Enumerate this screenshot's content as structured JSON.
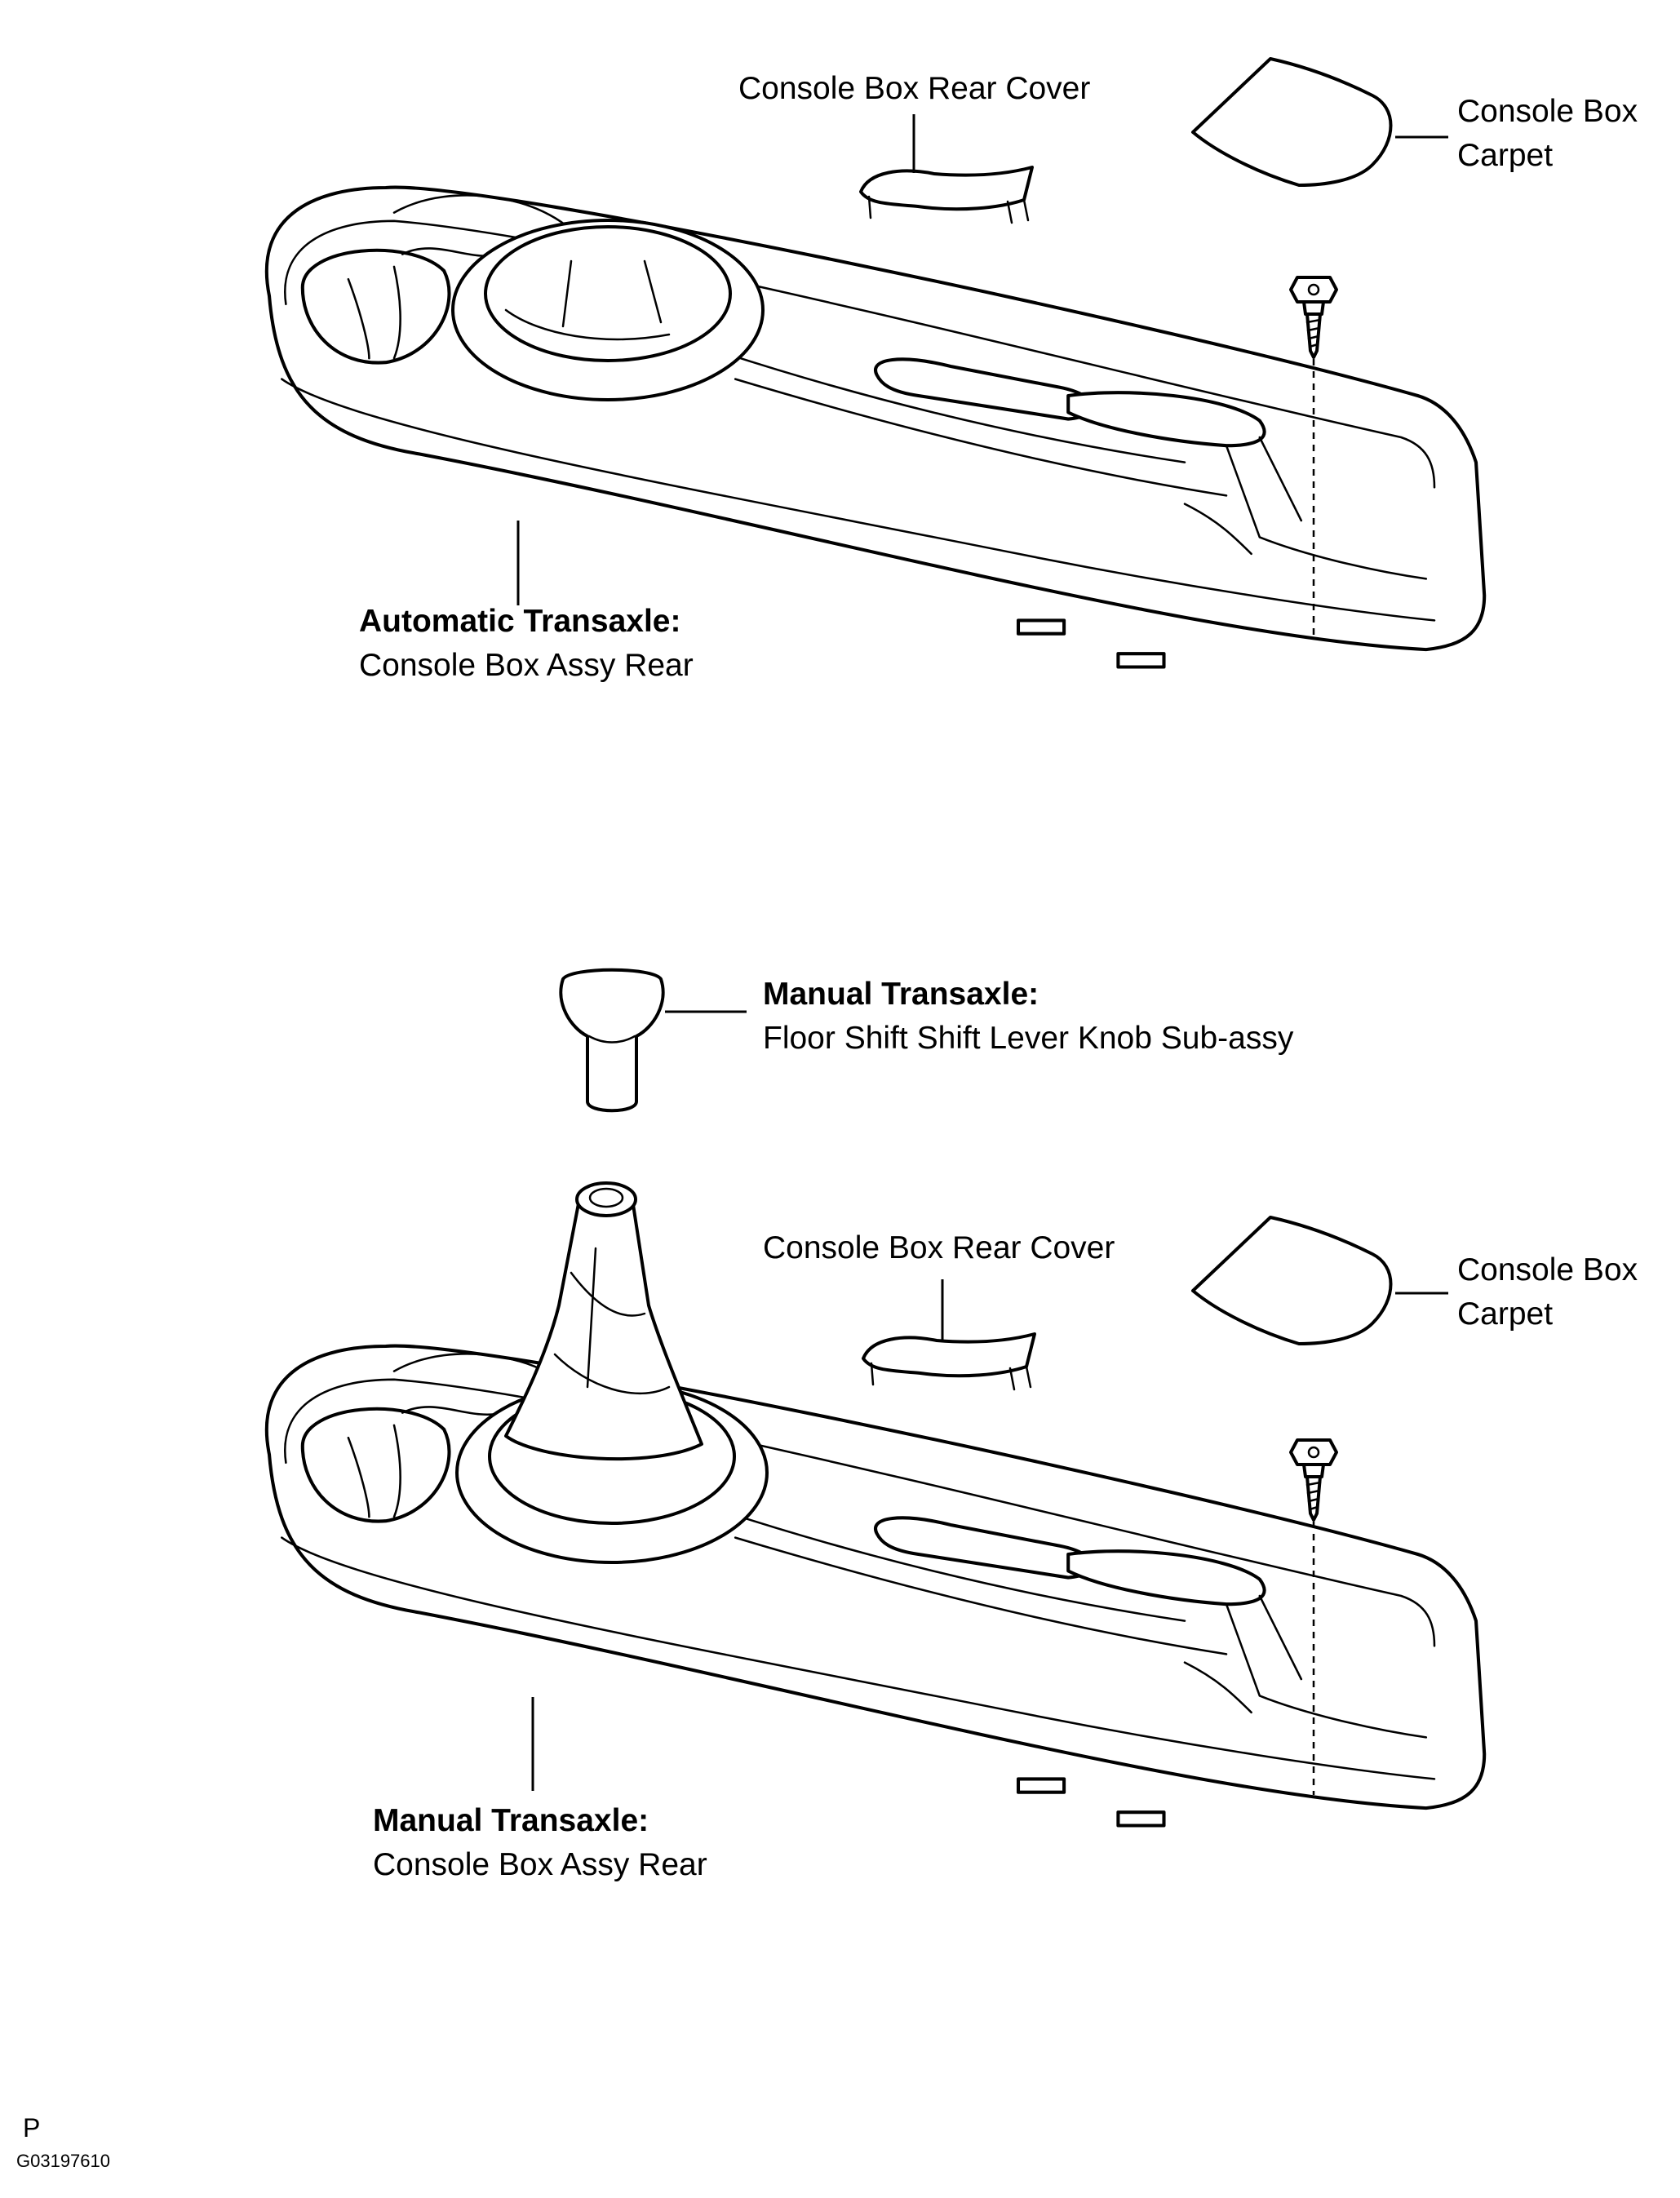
{
  "auto_section": {
    "rear_cover_label": "Console Box Rear Cover",
    "carpet_label_line1": "Console Box",
    "carpet_label_line2": "Carpet",
    "box_label_bold": "Automatic Transaxle:",
    "box_label_normal": "Console Box Assy Rear"
  },
  "manual_section": {
    "knob_label_bold": "Manual Transaxle:",
    "knob_label_normal": "Floor Shift Shift Lever Knob Sub-assy",
    "rear_cover_label": "Console Box Rear Cover",
    "carpet_label_line1": "Console Box",
    "carpet_label_line2": "Carpet",
    "box_label_bold": "Manual Transaxle:",
    "box_label_normal": "Console Box Assy Rear"
  },
  "footer": {
    "marker": "P",
    "figure_code": "G03197610"
  }
}
